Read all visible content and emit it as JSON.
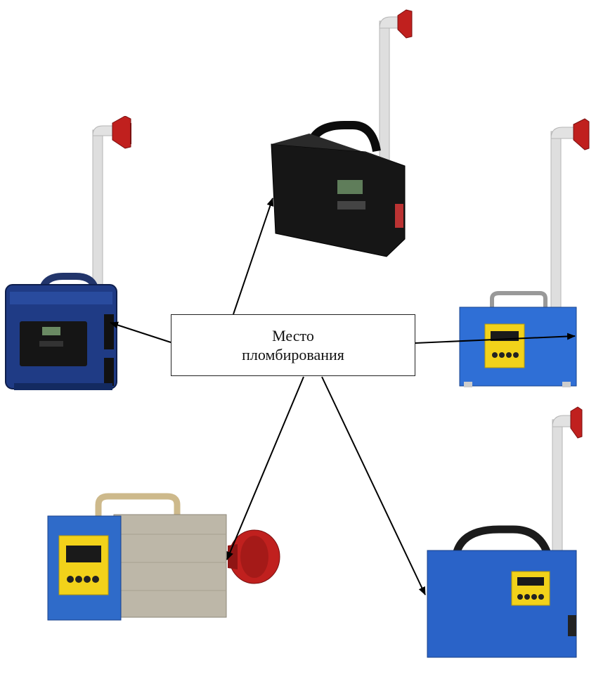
{
  "callout": {
    "line1": "Место",
    "line2": "пломбирования"
  },
  "devices": [
    {
      "id": "device-1",
      "case": "navy-suitcase",
      "color": "#1f3b85"
    },
    {
      "id": "device-2",
      "case": "black-box",
      "color": "#141414"
    },
    {
      "id": "device-3",
      "case": "blue-box-yellow-panel",
      "color": "#2f6fd6"
    },
    {
      "id": "device-4",
      "case": "aluminium-box-yellow-panel",
      "color": "#b8b3a4"
    },
    {
      "id": "device-5",
      "case": "blue-box-yellow-panel",
      "color": "#2a63c8"
    }
  ],
  "colors": {
    "arrow": "#000000",
    "probe_red": "#c0201e",
    "pipe": "#dcdcdc",
    "panel_yellow": "#f2d21a"
  },
  "icons": [
    "arrow-head-icon",
    "probe-nozzle-icon"
  ]
}
